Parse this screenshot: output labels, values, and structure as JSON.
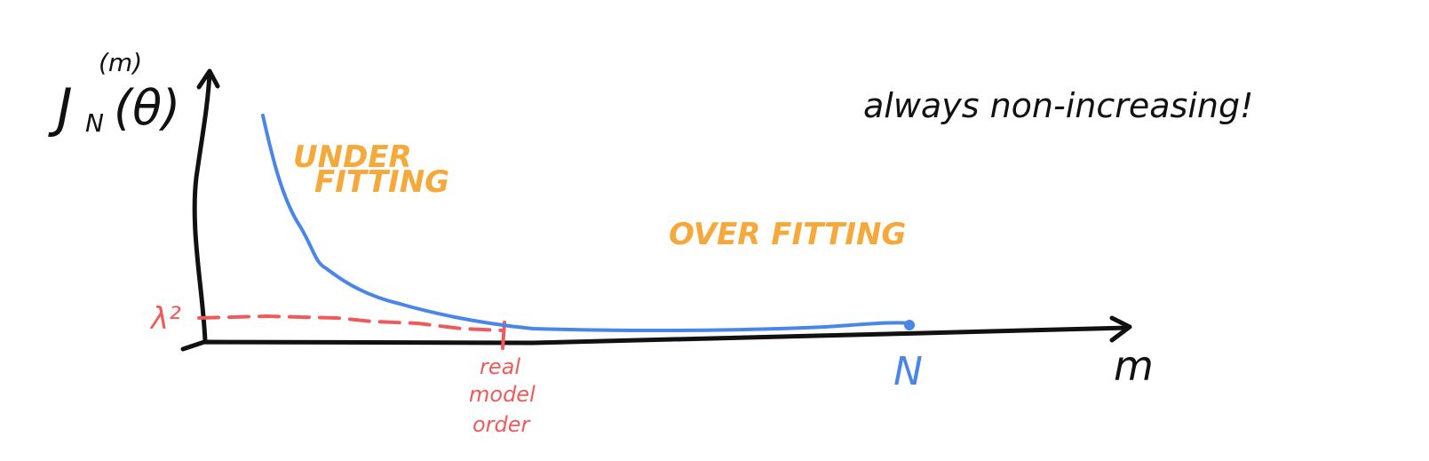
{
  "colors": {
    "ink": "#111111",
    "curve": "#4a86e8",
    "marker": "#ef5a5a",
    "region": "#f4a93a"
  },
  "diagram": {
    "y_label": {
      "base": "J",
      "subscript": "N",
      "superscript": "(m)",
      "argument": "(θ)"
    },
    "x_label": "m",
    "note": "always non-increasing!",
    "regions": {
      "underfitting_line1": "UNDER",
      "underfitting_line2": "FITTING",
      "overfitting": "OVER FITTING"
    },
    "lambda_label": "λ²",
    "n_label": "N",
    "model_order": [
      "real",
      "model",
      "order"
    ]
  }
}
